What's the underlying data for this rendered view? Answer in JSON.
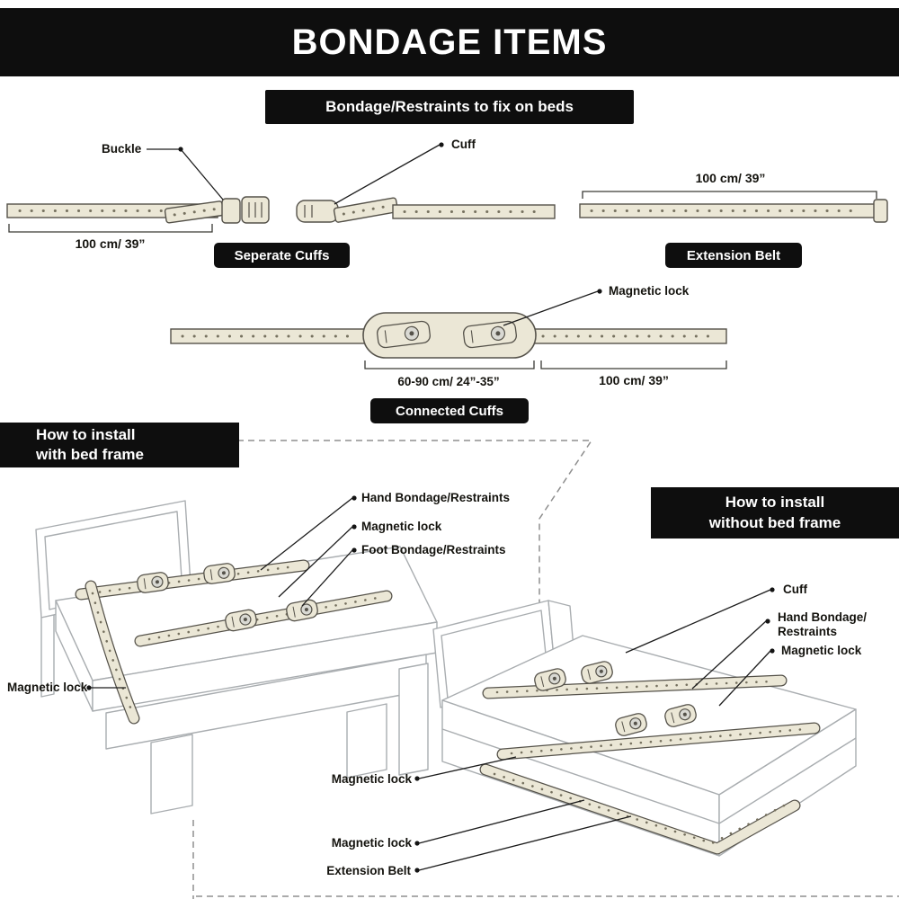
{
  "colors": {
    "header_bg": "#0e0e0e",
    "badge_bg": "#0e0e0e",
    "belt_fill": "#ebe7d6",
    "belt_stroke": "#55524a",
    "sketch_line": "#a9adb0",
    "text": "#14130e"
  },
  "header": {
    "title": "BONDAGE ITEMS"
  },
  "top": {
    "banner": "Bondage/Restraints to fix on beds",
    "separate_cuffs": {
      "callout_buckle": "Buckle",
      "callout_cuff": "Cuff",
      "dimension": "100 cm/ 39”",
      "badge": "Seperate Cuffs"
    },
    "extension_belt": {
      "dimension": "100 cm/ 39”",
      "badge": "Extension Belt"
    },
    "connected_cuffs": {
      "callout_magnetic_lock": "Magnetic lock",
      "dimension_center": "60-90 cm/ 24”-35”",
      "dimension_right": "100 cm/ 39”",
      "badge": "Connected Cuffs"
    }
  },
  "with_frame": {
    "title_line1": "How to install",
    "title_line2": "with bed frame",
    "callout_hand": "Hand Bondage/Restraints",
    "callout_magnetic1": "Magnetic lock",
    "callout_foot": "Foot Bondage/Restraints",
    "callout_magnetic2": "Magnetic lock"
  },
  "without_frame": {
    "title_line1": "How to install",
    "title_line2": "without  bed frame",
    "callout_cuff": "Cuff",
    "callout_hand_line1": "Hand Bondage/",
    "callout_hand_line2": "Restraints",
    "callout_magnetic1": "Magnetic lock",
    "callout_magnetic2": "Magnetic lock",
    "callout_magnetic3": "Magnetic lock",
    "callout_extension": "Extension Belt"
  }
}
